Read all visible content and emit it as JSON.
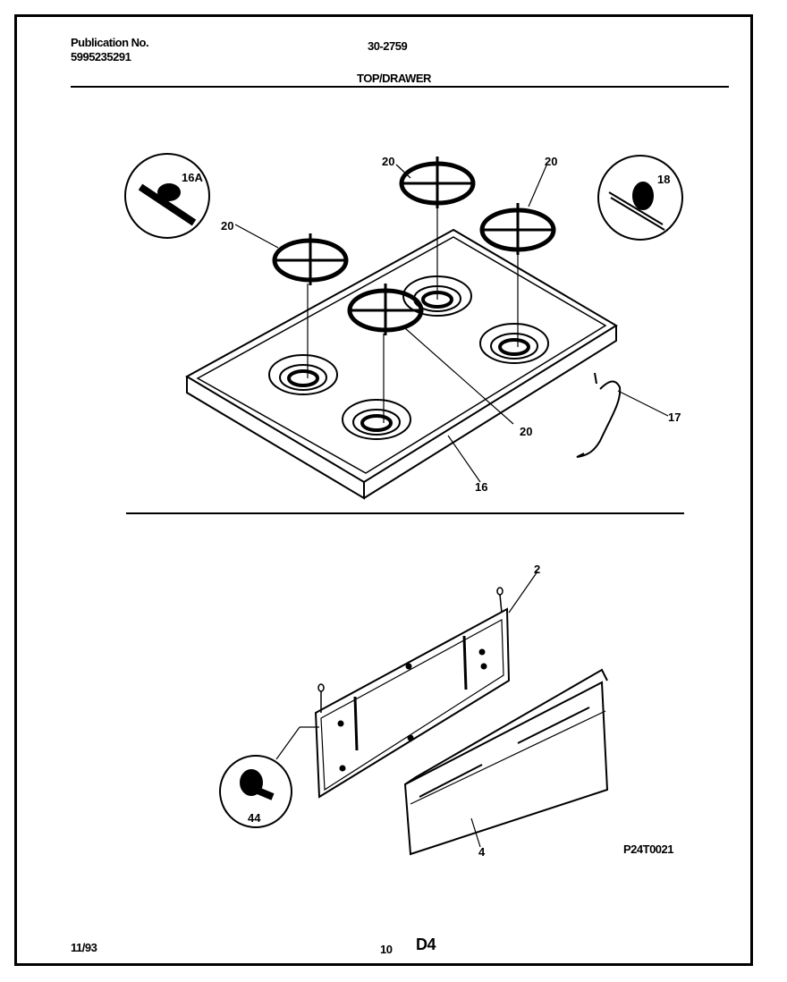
{
  "header": {
    "publication_label": "Publication No.",
    "publication_number": "5995235291",
    "model": "30-2759",
    "section_title": "TOP/DRAWER"
  },
  "callouts": {
    "burner_grate_1": "20",
    "burner_grate_2": "20",
    "burner_grate_3": "20",
    "burner_grate_4": "20",
    "main_top": "16",
    "clip_left": "16A",
    "clip_right": "18",
    "wire": "17",
    "drawer_panel": "2",
    "drawer_front": "4",
    "screw": "44"
  },
  "diagram_code": "P24T0021",
  "footer": {
    "date": "11/93",
    "page_number": "10",
    "sheet": "D4"
  }
}
